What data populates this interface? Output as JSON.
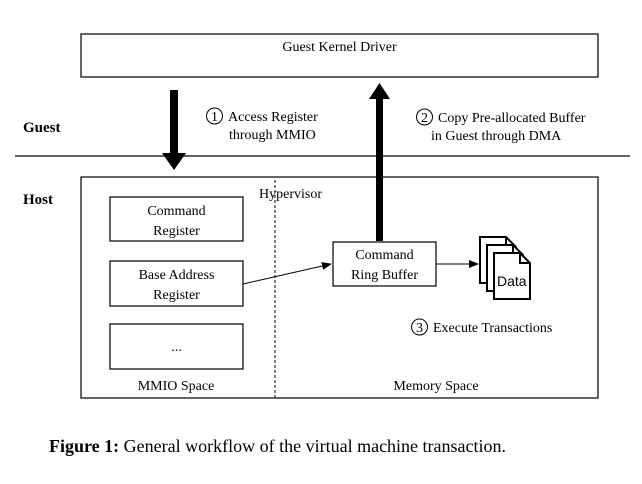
{
  "guest_driver": {
    "label": "Guest Kernel Driver"
  },
  "zones": {
    "guest": "Guest",
    "host": "Host"
  },
  "hypervisor_label": "Hypervisor",
  "steps": [
    {
      "num": "1",
      "line1": "Access Register",
      "line2": "through MMIO"
    },
    {
      "num": "2",
      "line1": "Copy Pre-allocated Buffer",
      "line2": "in Guest through DMA"
    },
    {
      "num": "3",
      "line1": "Execute Transactions"
    }
  ],
  "mmio": {
    "registers": [
      {
        "line1": "Command",
        "line2": "Register"
      },
      {
        "line1": "Base Address",
        "line2": "Register"
      },
      {
        "line1": "..."
      }
    ],
    "space_label": "MMIO Space"
  },
  "memory": {
    "ring_buffer": {
      "line1": "Command",
      "line2": "Ring Buffer"
    },
    "data_label": "Data",
    "space_label": "Memory Space"
  },
  "caption": {
    "prefix": "Figure 1:",
    "text": " General workflow of the virtual machine transaction."
  }
}
